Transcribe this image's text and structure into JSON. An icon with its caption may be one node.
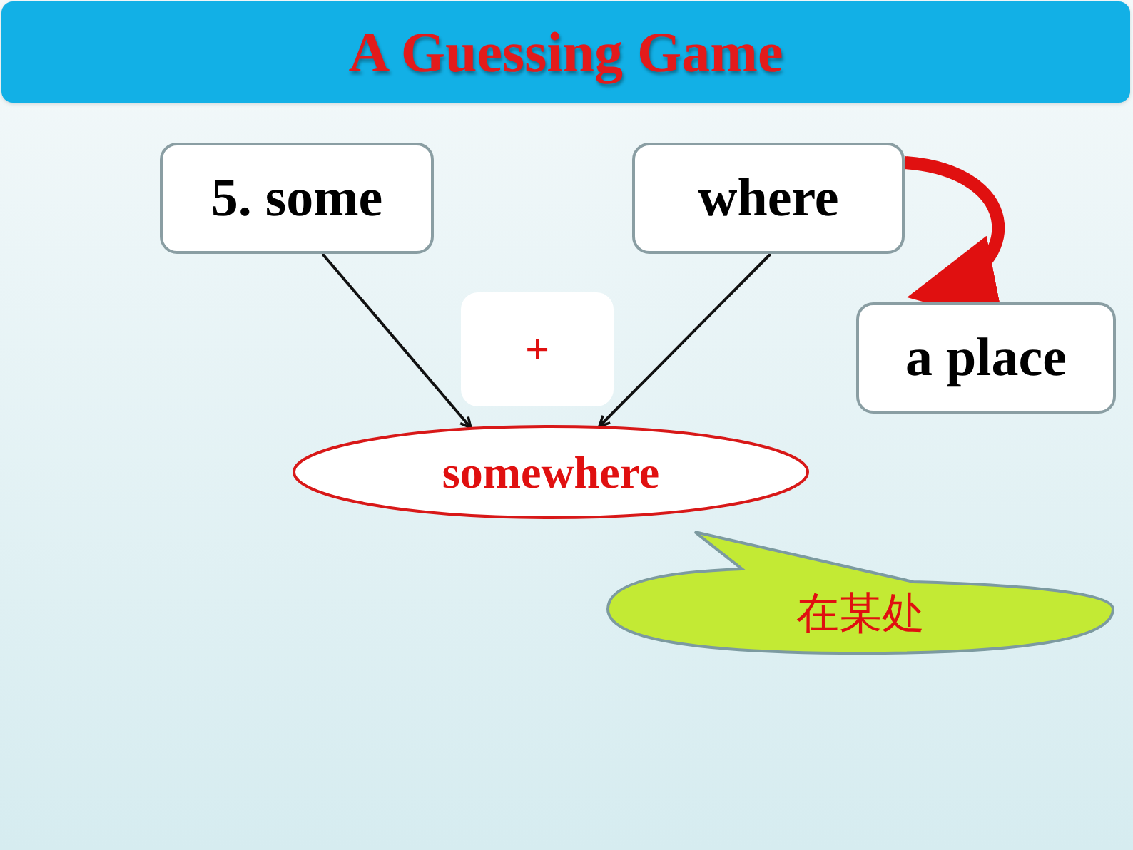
{
  "diagram": {
    "title": "A Guessing Game",
    "nodes": [
      {
        "text": [
          "5. some"
        ]
      },
      {
        "text": [
          "where"
        ]
      },
      {
        "text": [
          "+"
        ]
      },
      {
        "text": [
          "a place"
        ]
      },
      {
        "text": [
          "somewhere"
        ]
      },
      {
        "text": [
          "在某处"
        ]
      }
    ],
    "edges": [
      {
        "from": 0,
        "to": 4,
        "arrow": "to"
      },
      {
        "from": 1,
        "to": 4,
        "arrow": "to"
      },
      {
        "from": 1,
        "to": 3,
        "arrow": "to",
        "style": "thick",
        "color": "#e01010"
      }
    ]
  }
}
